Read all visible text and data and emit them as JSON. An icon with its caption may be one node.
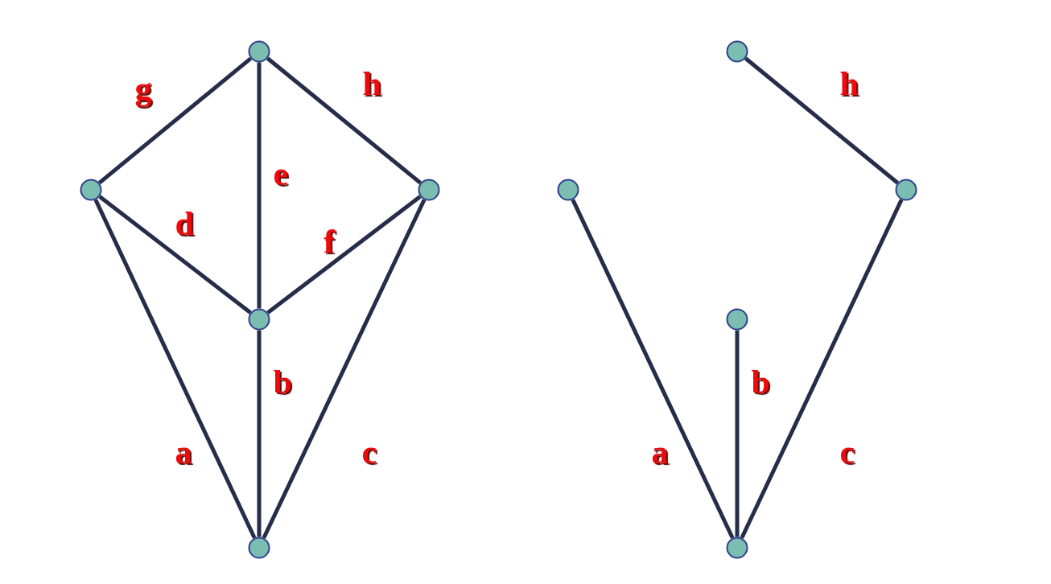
{
  "diagram": {
    "nodes": [
      {
        "text": [],
        "shape": "circle"
      },
      {
        "text": [],
        "shape": "circle"
      },
      {
        "text": [],
        "shape": "circle"
      },
      {
        "text": [],
        "shape": "circle"
      },
      {
        "text": [],
        "shape": "circle"
      },
      {
        "text": [],
        "shape": "circle"
      },
      {
        "text": [],
        "shape": "circle"
      },
      {
        "text": [],
        "shape": "circle"
      },
      {
        "text": [],
        "shape": "circle"
      },
      {
        "text": [],
        "shape": "circle"
      }
    ],
    "edges": [
      {
        "from": 1,
        "to": 0,
        "arrow": "none",
        "label": "g"
      },
      {
        "from": 0,
        "to": 2,
        "arrow": "none",
        "label": "h"
      },
      {
        "from": 0,
        "to": 3,
        "arrow": "none",
        "label": "e"
      },
      {
        "from": 1,
        "to": 3,
        "arrow": "none",
        "label": "d"
      },
      {
        "from": 2,
        "to": 3,
        "arrow": "none",
        "label": "f"
      },
      {
        "from": 3,
        "to": 4,
        "arrow": "none",
        "label": "b"
      },
      {
        "from": 1,
        "to": 4,
        "arrow": "none",
        "label": "a"
      },
      {
        "from": 2,
        "to": 4,
        "arrow": "none",
        "label": "c"
      },
      {
        "from": 5,
        "to": 7,
        "arrow": "none",
        "label": "h"
      },
      {
        "from": 8,
        "to": 9,
        "arrow": "none",
        "label": "b"
      },
      {
        "from": 6,
        "to": 9,
        "arrow": "none",
        "label": "a"
      },
      {
        "from": 7,
        "to": 9,
        "arrow": "none",
        "label": "c"
      }
    ]
  }
}
